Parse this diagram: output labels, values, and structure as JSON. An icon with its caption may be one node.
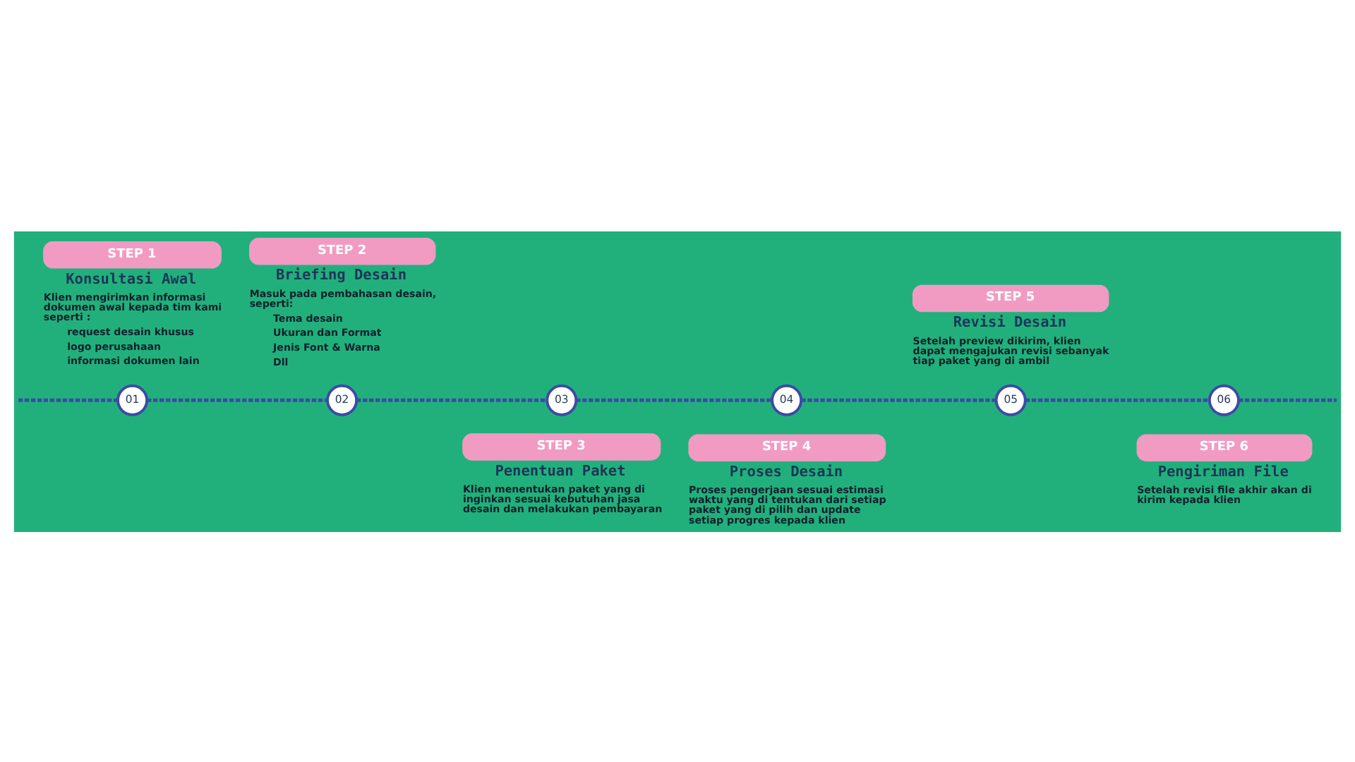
{
  "diagram": {
    "nodes": [
      {
        "text": [
          "01"
        ]
      },
      {
        "text": [
          "02"
        ]
      },
      {
        "text": [
          "03"
        ]
      },
      {
        "text": [
          "04"
        ]
      },
      {
        "text": [
          "05"
        ]
      },
      {
        "text": [
          "06"
        ]
      },
      {
        "text": [
          "STEP 1"
        ],
        "beside": [
          "Konsultasi Awal",
          "Klien mengirimkan informasi dokumen awal kepada tim kami seperti :",
          "request desain khusus",
          "logo perusahaan",
          "informasi dokumen lain"
        ]
      },
      {
        "text": [
          "STEP 2"
        ],
        "beside": [
          "Briefing Desain",
          "Masuk pada pembahasan desain, seperti:",
          "Tema desain",
          "Ukuran dan Format",
          "Jenis Font & Warna",
          "Dll"
        ]
      },
      {
        "text": [
          "STEP 3"
        ],
        "beside": [
          "Penentuan Paket",
          "Klien menentukan paket yang di inginkan sesuai kebutuhan jasa desain dan melakukan pembayaran"
        ]
      },
      {
        "text": [
          "STEP 4"
        ],
        "beside": [
          "Proses Desain",
          "Proses pengerjaan sesuai estimasi waktu yang di tentukan dari setiap paket yang di pilih dan update setiap progres kepada klien"
        ]
      },
      {
        "text": [
          "STEP 5"
        ],
        "beside": [
          "Revisi Desain",
          "Setelah preview dikirim, klien dapat mengajukan revisi sebanyak tiap paket yang di ambil"
        ]
      },
      {
        "text": [
          "STEP 6"
        ],
        "beside": [
          "Pengiriman File",
          "Setelah revisi file akhir akan di kirim kepada klien"
        ]
      }
    ],
    "edges": [
      {
        "from": null,
        "to": 0,
        "arrow": "none",
        "style": "dashed"
      },
      {
        "from": 0,
        "to": 1,
        "arrow": "none",
        "style": "dashed"
      },
      {
        "from": 1,
        "to": 2,
        "arrow": "none",
        "style": "dashed"
      },
      {
        "from": 2,
        "to": 3,
        "arrow": "none",
        "style": "dashed"
      },
      {
        "from": 3,
        "to": 4,
        "arrow": "none",
        "style": "dashed"
      },
      {
        "from": 4,
        "to": 5,
        "arrow": "none",
        "style": "dashed"
      },
      {
        "from": 5,
        "to": null,
        "arrow": "none",
        "style": "dashed"
      }
    ]
  }
}
